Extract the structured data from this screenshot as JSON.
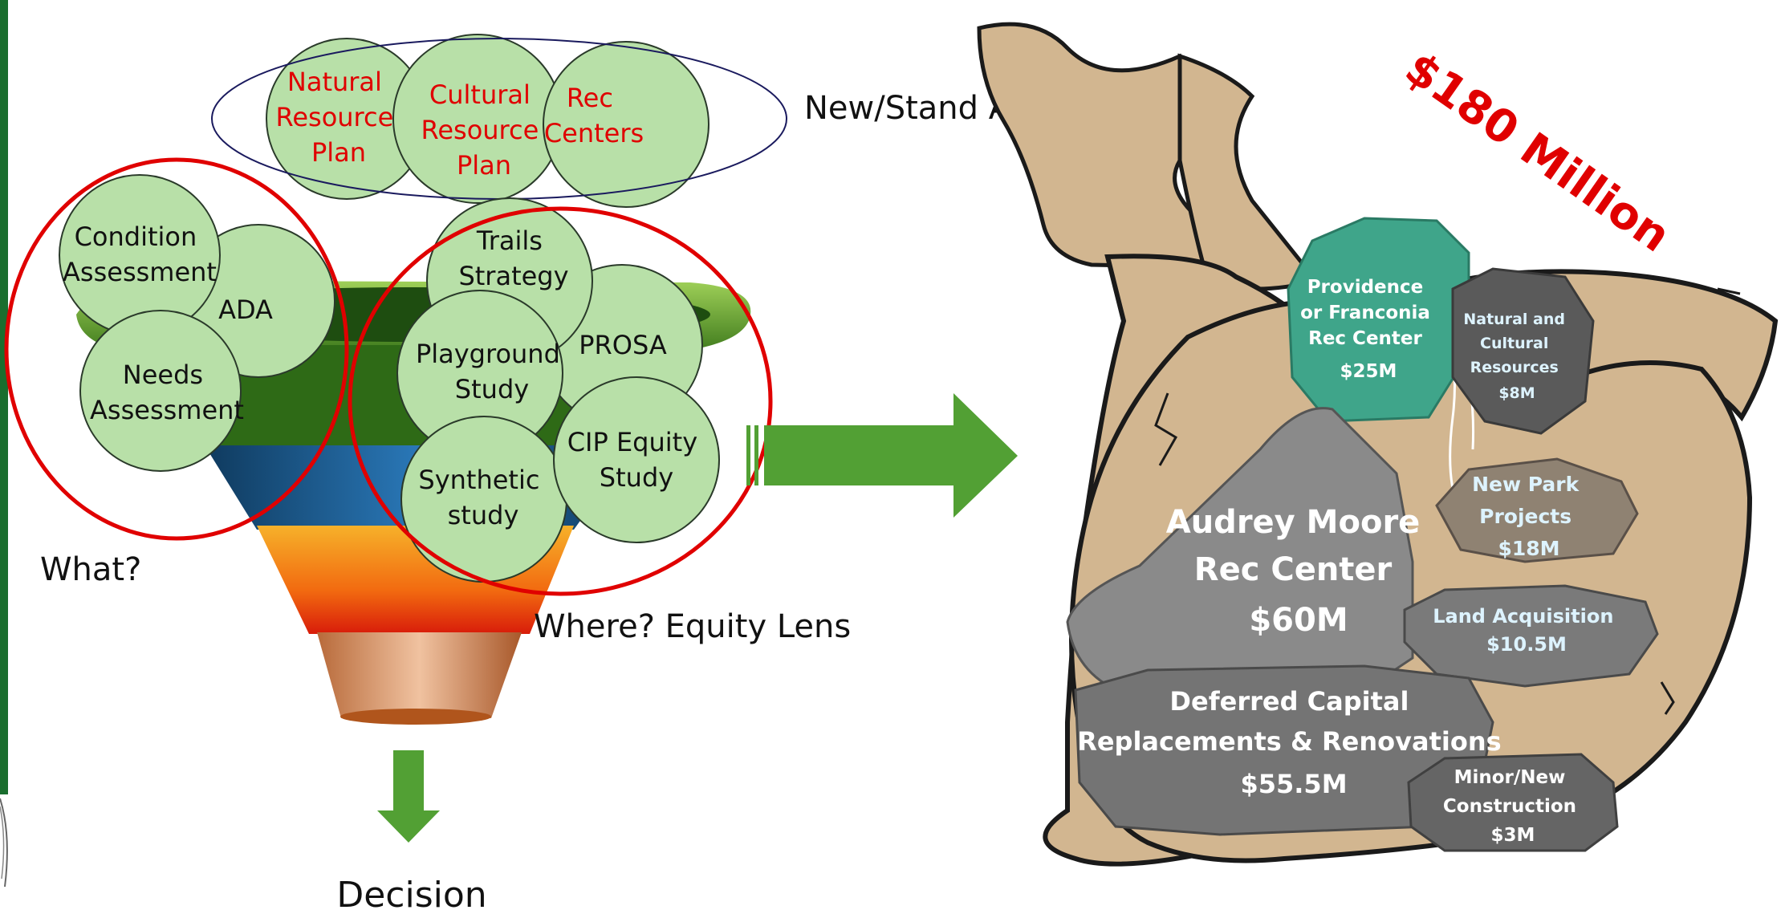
{
  "colors": {
    "circle_fill": "#b8e0a8",
    "red_text": "#e00000",
    "red_outline": "#e00000",
    "navy_outline": "#1a1a5e",
    "arrow_green": "#52a034",
    "bag_fill": "#d2b690",
    "white_text": "#ffffff",
    "bag_title": "#e00000",
    "rock_text": "#ddf3ff"
  },
  "group_labels": {
    "new_stand_alone": "New/Stand Alone",
    "what": "What?",
    "where": "Where? Equity Lens",
    "decision": "Decision"
  },
  "top_circles": {
    "natural": [
      "Natural",
      "Resource",
      "Plan"
    ],
    "cultural": [
      "Cultural",
      "Resource",
      "Plan"
    ],
    "rec": [
      "Rec",
      "Centers"
    ]
  },
  "left_circles": {
    "condition": [
      "Condition",
      "Assessment"
    ],
    "ada": [
      "ADA"
    ],
    "needs": [
      "Needs",
      "Assessment"
    ]
  },
  "right_circles": {
    "trails": [
      "Trails",
      "Strategy"
    ],
    "prosa": [
      "PROSA"
    ],
    "playground": [
      "Playground",
      "Study"
    ],
    "cip": [
      "CIP Equity",
      "Study"
    ],
    "synthetic": [
      "Synthetic",
      "study"
    ]
  },
  "bag": {
    "title": "$180 Million",
    "providence": [
      "Providence",
      "or Franconia",
      "Rec Center",
      "$25M"
    ],
    "natural_cultural": [
      "Natural and",
      "Cultural",
      "Resources",
      "$8M"
    ],
    "new_park": [
      "New Park",
      "Projects",
      "$18M"
    ],
    "audrey": [
      "Audrey Moore",
      "Rec Center",
      "$60M"
    ],
    "land": [
      "Land Acquisition",
      "$10.5M"
    ],
    "deferred": [
      "Deferred Capital",
      "Replacements & Renovations",
      "$55.5M"
    ],
    "minor": [
      "Minor/New",
      "Construction",
      "$3M"
    ]
  }
}
